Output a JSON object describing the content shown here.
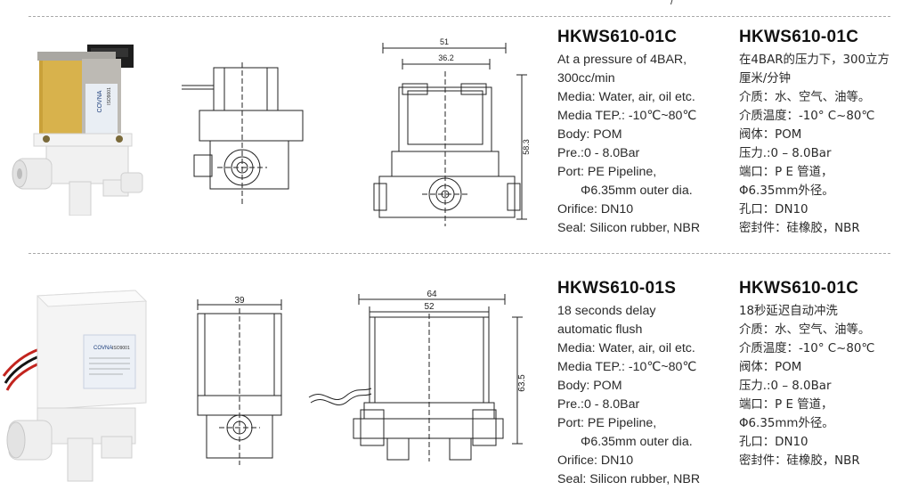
{
  "top_mark": "/",
  "sections": [
    {
      "photo_label": "ISO9001",
      "brand": "COVNA",
      "drawing_side": {},
      "drawing_front": {
        "dim_width": "51",
        "dim_inner": "36.2",
        "dim_height": "58.3"
      },
      "spec_en": {
        "title": "HKWS610-01C",
        "lines": [
          "At a pressure of 4BAR,",
          "300cc/min",
          "Media: Water, air, oil etc.",
          "Media TEP.: -10℃~80℃",
          "Body: POM",
          "Pre.:0 - 8.0Bar",
          "Port: PE Pipeline,",
          "Φ6.35mm outer dia.",
          "Orifice: DN10",
          "Seal: Silicon rubber, NBR"
        ]
      },
      "spec_cn": {
        "title": "HKWS610-01C",
        "lines": [
          "在4BAR的压力下，300立方",
          "厘米/分钟",
          "介质：水、空气、油等。",
          "介质温度：-10° C~80℃",
          "阀体：POM",
          "压力.:0 – 8.0Bar",
          "端口：P E 管道，",
          "Φ6.35mm外径。",
          "孔口：DN10",
          "密封件：硅橡胶，NBR"
        ]
      }
    },
    {
      "photo_label": "ISO9001",
      "brand": "COVNA",
      "drawing_side": {
        "dim_width": "39"
      },
      "drawing_front": {
        "dim_width": "64",
        "dim_inner": "52",
        "dim_height": "63.5"
      },
      "spec_en": {
        "title": "HKWS610-01S",
        "lines": [
          "18 seconds delay",
          " automatic flush",
          "Media: Water, air, oil etc.",
          "Media TEP.: -10℃~80℃",
          "Body: POM",
          "Pre.:0 - 8.0Bar",
          "Port: PE Pipeline,",
          "Φ6.35mm outer dia.",
          "Orifice: DN10",
          "Seal: Silicon rubber, NBR"
        ]
      },
      "spec_cn": {
        "title": "HKWS610-01C",
        "lines": [
          "18秒延迟自动冲洗",
          "介质：水、空气、油等。",
          "介质温度：-10° C~80℃",
          "阀体：POM",
          "压力.:0 – 8.0Bar",
          "端口：P E 管道，",
          "Φ6.35mm外径。",
          "孔口：DN10",
          "密封件：硅橡胶，NBR"
        ]
      }
    }
  ]
}
